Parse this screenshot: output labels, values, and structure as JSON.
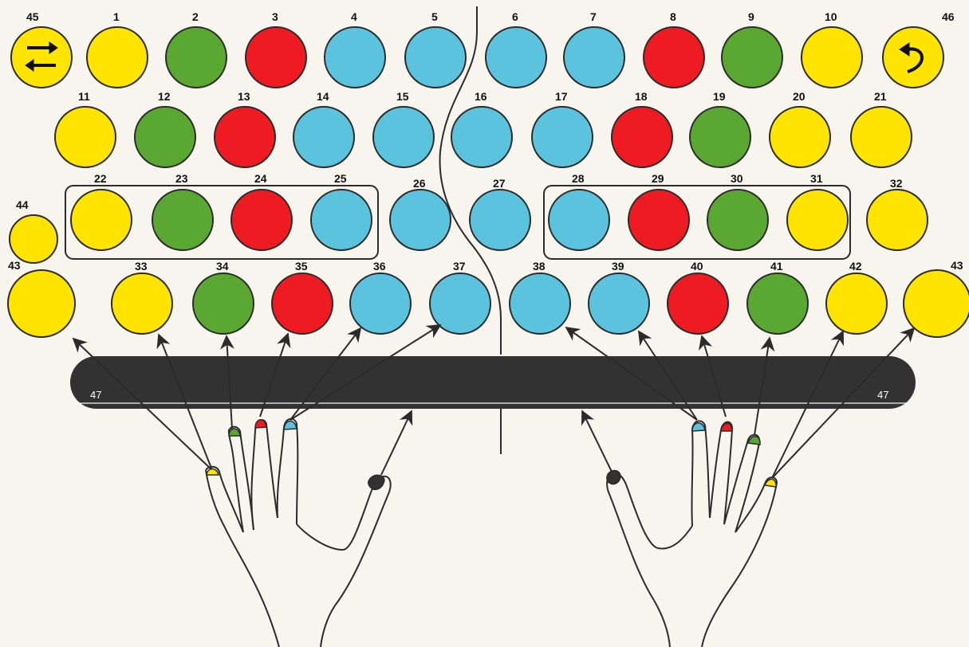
{
  "colors": {
    "yellow": "#ffe400",
    "green": "#5aa832",
    "red": "#ee1b22",
    "blue": "#5bc3dd",
    "outline": "#2b2b2b",
    "spacebar": "#333233",
    "thumb": "#333233",
    "background": "#f7f5ee"
  },
  "keys": {
    "k1": {
      "label": "1",
      "color": "yellow"
    },
    "k2": {
      "label": "2",
      "color": "green"
    },
    "k3": {
      "label": "3",
      "color": "red"
    },
    "k4": {
      "label": "4",
      "color": "blue"
    },
    "k5": {
      "label": "5",
      "color": "blue"
    },
    "k6": {
      "label": "6",
      "color": "blue"
    },
    "k7": {
      "label": "7",
      "color": "blue"
    },
    "k8": {
      "label": "8",
      "color": "red"
    },
    "k9": {
      "label": "9",
      "color": "green"
    },
    "k10": {
      "label": "10",
      "color": "yellow"
    },
    "k11": {
      "label": "11",
      "color": "yellow"
    },
    "k12": {
      "label": "12",
      "color": "green"
    },
    "k13": {
      "label": "13",
      "color": "red"
    },
    "k14": {
      "label": "14",
      "color": "blue"
    },
    "k15": {
      "label": "15",
      "color": "blue"
    },
    "k16": {
      "label": "16",
      "color": "blue"
    },
    "k17": {
      "label": "17",
      "color": "blue"
    },
    "k18": {
      "label": "18",
      "color": "red"
    },
    "k19": {
      "label": "19",
      "color": "green"
    },
    "k20": {
      "label": "20",
      "color": "yellow"
    },
    "k21": {
      "label": "21",
      "color": "yellow"
    },
    "k22": {
      "label": "22",
      "color": "yellow"
    },
    "k23": {
      "label": "23",
      "color": "green"
    },
    "k24": {
      "label": "24",
      "color": "red"
    },
    "k25": {
      "label": "25",
      "color": "blue"
    },
    "k26": {
      "label": "26",
      "color": "blue"
    },
    "k27": {
      "label": "27",
      "color": "blue"
    },
    "k28": {
      "label": "28",
      "color": "blue"
    },
    "k29": {
      "label": "29",
      "color": "red"
    },
    "k30": {
      "label": "30",
      "color": "green"
    },
    "k31": {
      "label": "31",
      "color": "yellow"
    },
    "k32": {
      "label": "32",
      "color": "yellow"
    },
    "k33": {
      "label": "33",
      "color": "yellow"
    },
    "k34": {
      "label": "34",
      "color": "green"
    },
    "k35": {
      "label": "35",
      "color": "red"
    },
    "k36": {
      "label": "36",
      "color": "blue"
    },
    "k37": {
      "label": "37",
      "color": "blue"
    },
    "k38": {
      "label": "38",
      "color": "blue"
    },
    "k39": {
      "label": "39",
      "color": "blue"
    },
    "k40": {
      "label": "40",
      "color": "red"
    },
    "k41": {
      "label": "41",
      "color": "green"
    },
    "k42": {
      "label": "42",
      "color": "yellow"
    },
    "k43L": {
      "label": "43",
      "color": "yellow"
    },
    "k43R": {
      "label": "43",
      "color": "yellow"
    },
    "k44": {
      "label": "44",
      "color": "yellow"
    },
    "k45": {
      "label": "45",
      "color": "yellow",
      "icon": "tab-arrows-icon"
    },
    "k46": {
      "label": "46",
      "color": "yellow",
      "icon": "backspace-return-icon"
    }
  },
  "spacebar": {
    "label_left": "47",
    "label_right": "47"
  },
  "fingers": {
    "left": [
      {
        "name": "little",
        "color": "yellow"
      },
      {
        "name": "ring",
        "color": "green"
      },
      {
        "name": "middle",
        "color": "red"
      },
      {
        "name": "index",
        "color": "blue"
      },
      {
        "name": "thumb",
        "color": "thumb"
      }
    ],
    "right": [
      {
        "name": "thumb",
        "color": "thumb"
      },
      {
        "name": "index",
        "color": "blue"
      },
      {
        "name": "middle",
        "color": "red"
      },
      {
        "name": "ring",
        "color": "green"
      },
      {
        "name": "little",
        "color": "yellow"
      }
    ]
  }
}
